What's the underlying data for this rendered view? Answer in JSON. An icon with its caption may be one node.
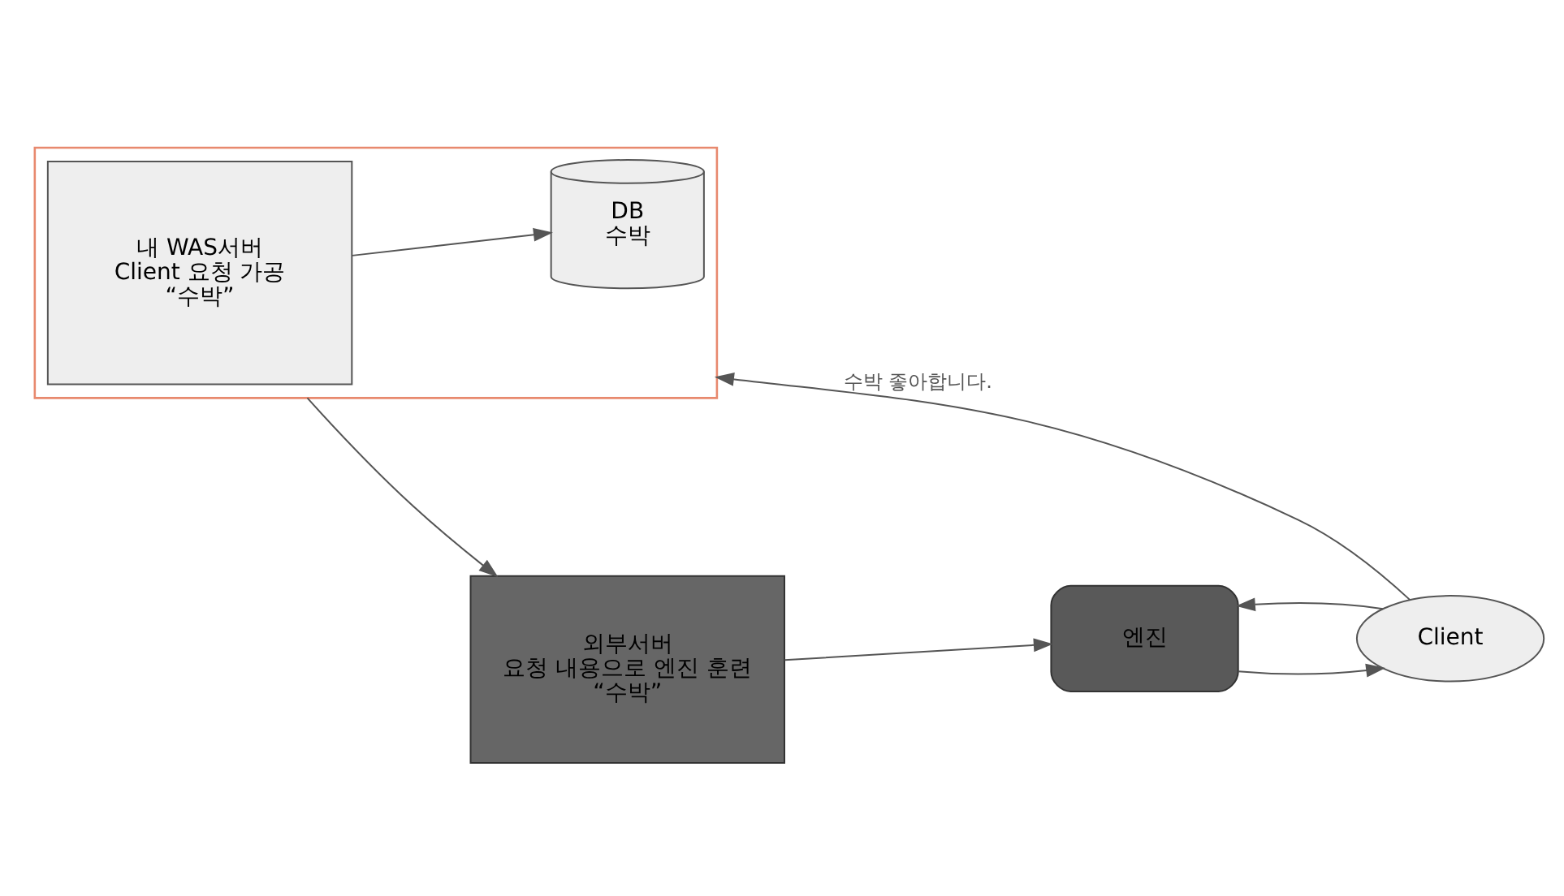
{
  "diagram": {
    "nodes": [
      {
        "text": [
          "엔진"
        ]
      },
      {
        "text": [
          "외부서버",
          "요청 내용으로 엔진 훈련",
          "“수박”"
        ]
      },
      {
        "text": [
          "Client"
        ]
      },
      {
        "text": [],
        "shape": "box"
      },
      {
        "text": [
          "내 WAS서버",
          "Client 요청 가공",
          "“수박”"
        ],
        "in": 3
      },
      {
        "text": [
          "DB",
          "수박"
        ],
        "in": 3
      }
    ],
    "edges": [
      {
        "from": 1,
        "to": 0,
        "arrow": "to"
      },
      {
        "from": 2,
        "to": 0,
        "arrow": "to"
      },
      {
        "from": 0,
        "to": 2,
        "arrow": "to"
      },
      {
        "from": 2,
        "to": 3,
        "label": "수박 좋아합니다.",
        "arrow": "to"
      },
      {
        "from": 4,
        "to": 5,
        "arrow": "to"
      },
      {
        "from": 3,
        "to": 1,
        "arrow": "to"
      }
    ]
  }
}
